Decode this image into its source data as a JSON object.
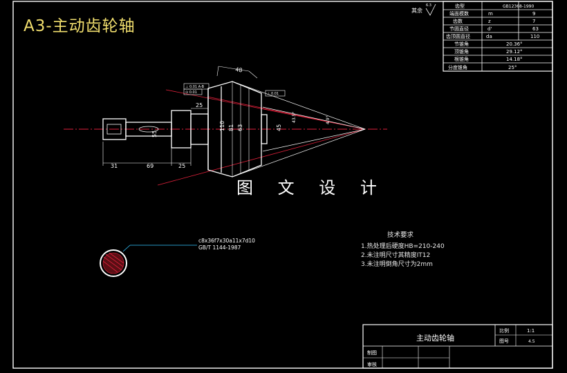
{
  "drawing": {
    "title": "A3-主动齿轮轴",
    "watermark": "图 文 设 计",
    "roughness_label": "其余",
    "roughness_value": "6.3"
  },
  "param_table": {
    "rows": [
      {
        "name": "齿型",
        "symbol": "",
        "value": "GB12368-1990"
      },
      {
        "name": "端面模数",
        "symbol": "m",
        "value": "9"
      },
      {
        "name": "齿数",
        "symbol": "z",
        "value": "7"
      },
      {
        "name": "节圆直径",
        "symbol": "d'",
        "value": "63"
      },
      {
        "name": "齿顶圆直径",
        "symbol": "da",
        "value": "110"
      },
      {
        "name": "节锥角",
        "symbol": "",
        "value": "20.36°"
      },
      {
        "name": "顶锥角",
        "symbol": "",
        "value": "29.12°"
      },
      {
        "name": "根锥角",
        "symbol": "",
        "value": "14.18°"
      },
      {
        "name": "分度锥角",
        "symbol": "",
        "value": "25°"
      }
    ]
  },
  "dimensions": {
    "d31": "31",
    "d69": "69",
    "d25a": "25",
    "d25b": "25",
    "d48": "48",
    "d55": "55",
    "d110": "110",
    "d81": "81",
    "d63": "63",
    "d45": "45",
    "d43": "43.5°",
    "d49": "4.9°"
  },
  "gdt": {
    "left": "⊥ 0.01 A-B",
    "left2": "⊙ 0.01",
    "right": "⊥ 0.01"
  },
  "spline": {
    "line1": "c8x36f7x30a11x7d10",
    "line2": "GB/T 1144-1987"
  },
  "tech_requirements": {
    "heading": "技术要求",
    "items": [
      "1.热处理后硬度HB=210-240",
      "2.未注明尺寸其精度IT12",
      "3.未注明倒角尺寸为2mm"
    ]
  },
  "title_block": {
    "part_name": "主动齿轮轴",
    "scale_label": "比例",
    "scale_value": "1:1",
    "drawing_no_label": "图号",
    "drawing_no_value": "4.5",
    "designer_label": "制图",
    "checker_label": "审核"
  },
  "colors": {
    "background": "#000000",
    "outline": "#ffffff",
    "centerline": "#e0213b",
    "dimension": "#ffffff",
    "title": "#f2df6e",
    "hatch": "#e0213b",
    "leader": "#33c6ff"
  }
}
